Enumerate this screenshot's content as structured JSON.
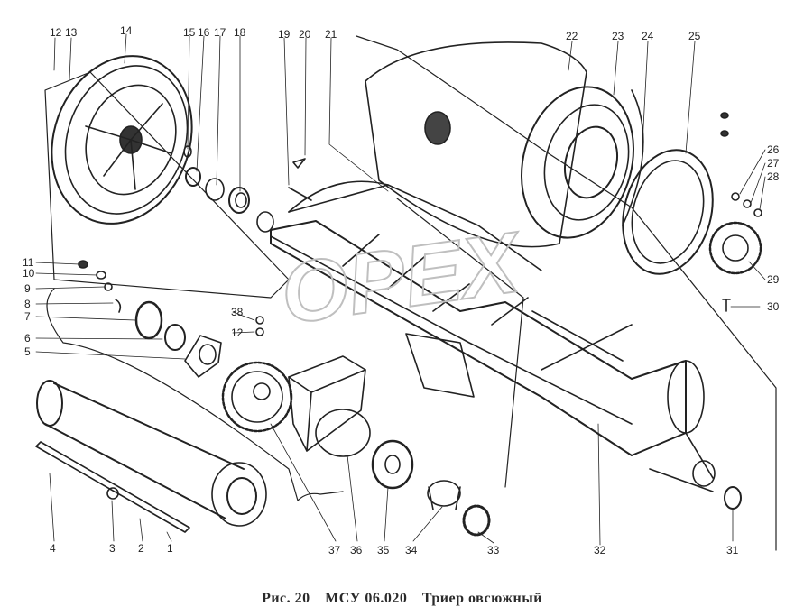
{
  "caption": {
    "prefix": "Рис. 20",
    "code": "МСУ 06.020",
    "title": "Триер овсюжный"
  },
  "watermark": "OPEX",
  "callouts": {
    "n1": "1",
    "n2": "2",
    "n3": "3",
    "n4": "4",
    "n5": "5",
    "n6": "6",
    "n7": "7",
    "n8": "8",
    "n9": "9",
    "n10": "10",
    "n11": "11",
    "n12": "12",
    "n12b": "12",
    "n13": "13",
    "n14": "14",
    "n15": "15",
    "n16": "16",
    "n17": "17",
    "n18": "18",
    "n19": "19",
    "n20": "20",
    "n21": "21",
    "n22": "22",
    "n23": "23",
    "n24": "24",
    "n25": "25",
    "n26": "26",
    "n27": "27",
    "n28": "28",
    "n29": "29",
    "n30": "30",
    "n31": "31",
    "n32": "32",
    "n33": "33",
    "n34": "34",
    "n35": "35",
    "n36": "36",
    "n37": "37",
    "n38": "38"
  },
  "colors": {
    "ink": "#222222",
    "paper": "#ffffff",
    "watermark": "#bfbfbf"
  }
}
